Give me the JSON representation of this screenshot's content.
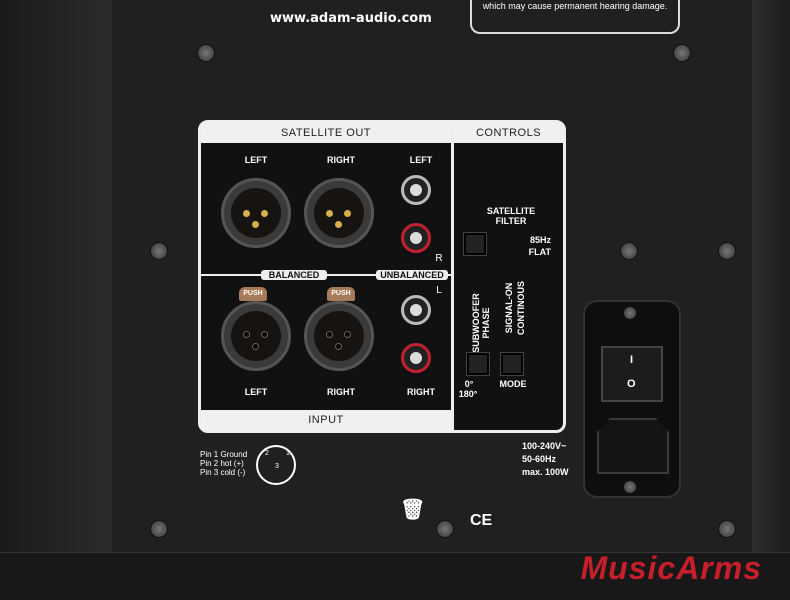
{
  "top": {
    "url": "www.adam-audio.com",
    "warning": "which may cause permanent hearing damage."
  },
  "panel": {
    "satellite_out": "SATELLITE OUT",
    "controls": "CONTROLS",
    "input": "INPUT",
    "left": "LEFT",
    "right": "RIGHT",
    "balanced": "BALANCED",
    "unbalanced": "UNBALANCED",
    "r": "R",
    "l": "L",
    "push": "PUSH",
    "satellite_filter": "SATELLITE FILTER",
    "hz85": "85Hz",
    "flat": "FLAT",
    "subwoofer_phase": "SUBWOOFER PHASE",
    "signal_on": "SIGNAL-ON",
    "continous": "CONTINOUS",
    "deg0": "0°",
    "deg180": "180°",
    "mode": "MODE"
  },
  "pins": {
    "pin1": "Pin 1 Ground",
    "pin2": "Pin 2 hot (+)",
    "pin3": "Pin 3 cold (-)",
    "n1": "1",
    "n2": "2",
    "n3": "3"
  },
  "power": {
    "on": "I",
    "off": "O",
    "v": "100-240V~",
    "hz": "50-60Hz",
    "max": "max. 100W"
  },
  "marks": {
    "ce": "CE",
    "logo": "MusicArms"
  },
  "colors": {
    "panel": "#202020",
    "label": "#f0f0f0",
    "logo": "#c61f2a",
    "pin": "#d6b04a"
  }
}
